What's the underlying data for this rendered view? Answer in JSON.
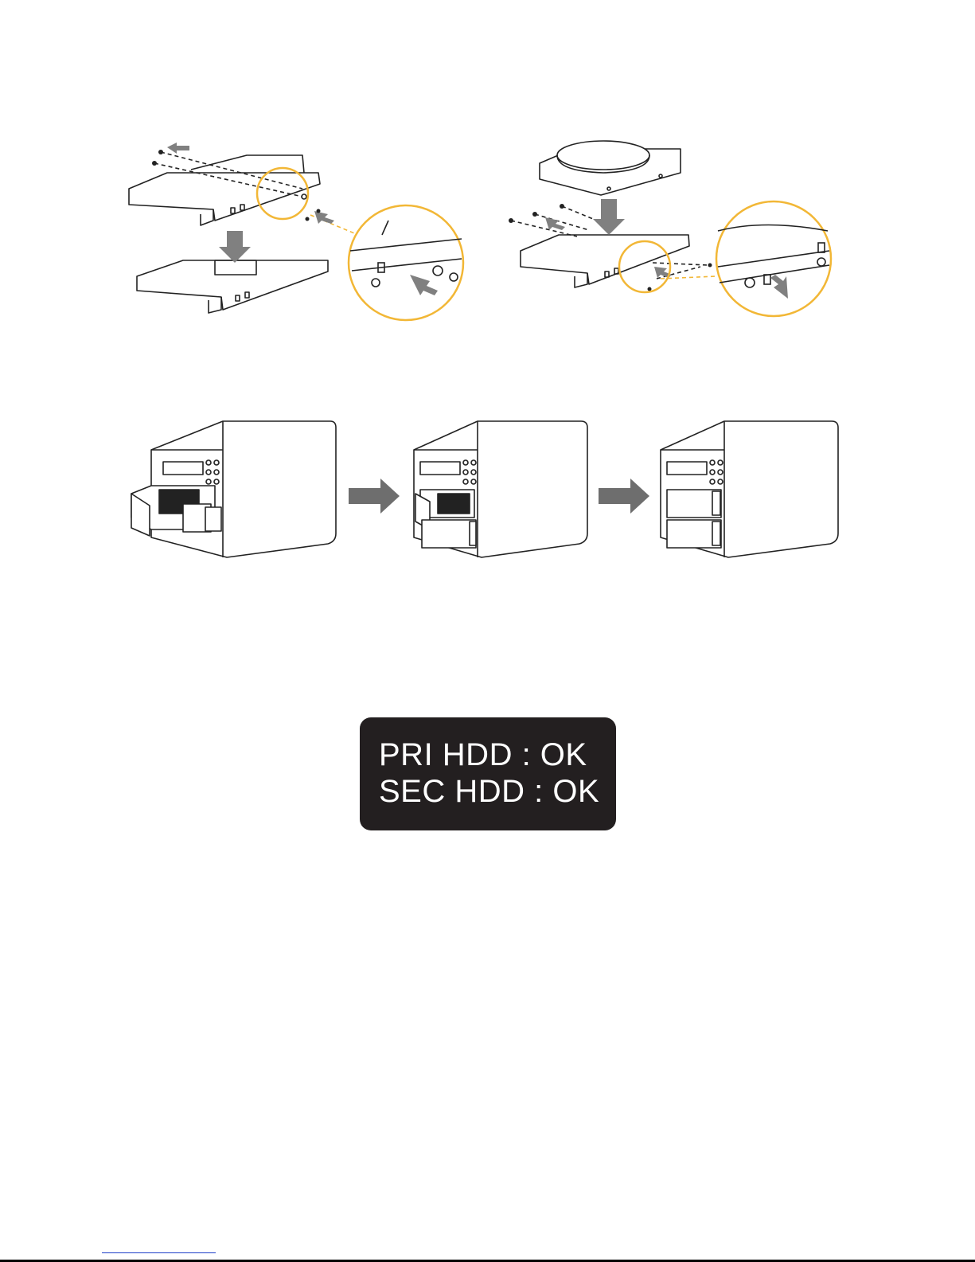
{
  "lcd": {
    "line1": "PRI HDD : OK",
    "line2": "SEC HDD : OK"
  },
  "colors": {
    "callout_circle": "#f2b736",
    "arrow_gray": "#808080",
    "lcd_background": "#231f20",
    "lcd_text": "#ffffff"
  },
  "figures": [
    {
      "name": "tray-removal-figure",
      "icon": "drive-tray-icon"
    },
    {
      "name": "hdd-mount-figure",
      "icon": "hard-drive-icon"
    },
    {
      "name": "enclosure-insertion-sequence",
      "icon": "drive-enclosure-icon"
    }
  ]
}
